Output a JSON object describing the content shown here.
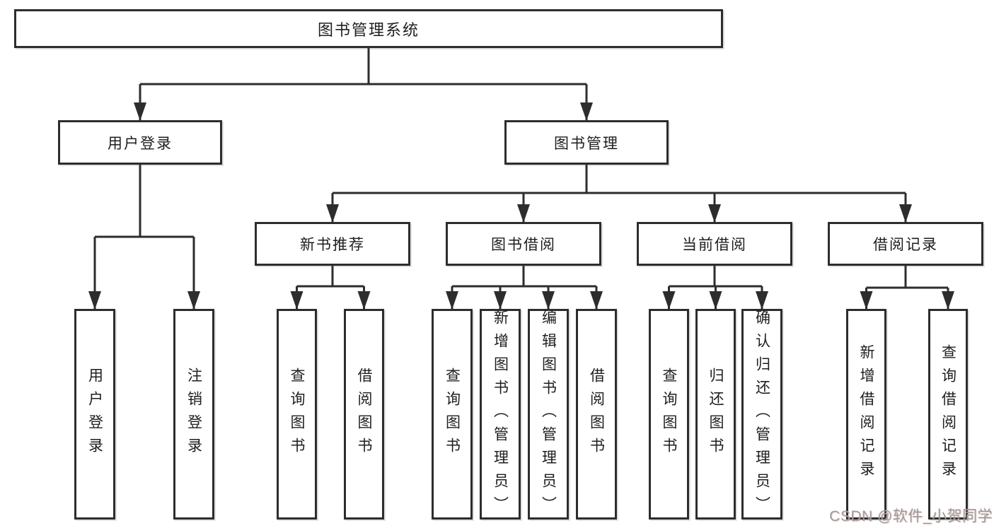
{
  "diagram": {
    "title": "图书管理系统",
    "colors": {
      "line": "#2d2d2d",
      "box_border": "#2d2d2d",
      "background": "#ffffff",
      "text": "#1e1e1e",
      "watermark": "#9e9e9e"
    },
    "tree": {
      "root": "图书管理系统",
      "branches": {
        "user_login": {
          "label": "用户登录",
          "children": [
            "用户登录",
            "注销登录"
          ]
        },
        "book_management": {
          "label": "图书管理",
          "sections": {
            "new_book": {
              "label": "新书推荐",
              "children": [
                "查询图书",
                "借阅图书"
              ]
            },
            "borrowing": {
              "label": "图书借阅",
              "children": [
                "查询图书",
                "新增图书（管理员）",
                "编辑图书（管理员）",
                "借阅图书"
              ]
            },
            "current": {
              "label": "当前借阅",
              "children": [
                "查询图书",
                "归还图书",
                "确认归还（管理员）"
              ]
            },
            "records": {
              "label": "借阅记录",
              "children": [
                "新增借阅记录",
                "查询借阅记录"
              ]
            }
          }
        }
      }
    },
    "watermark": "CSDN @软件_小贺同学"
  }
}
